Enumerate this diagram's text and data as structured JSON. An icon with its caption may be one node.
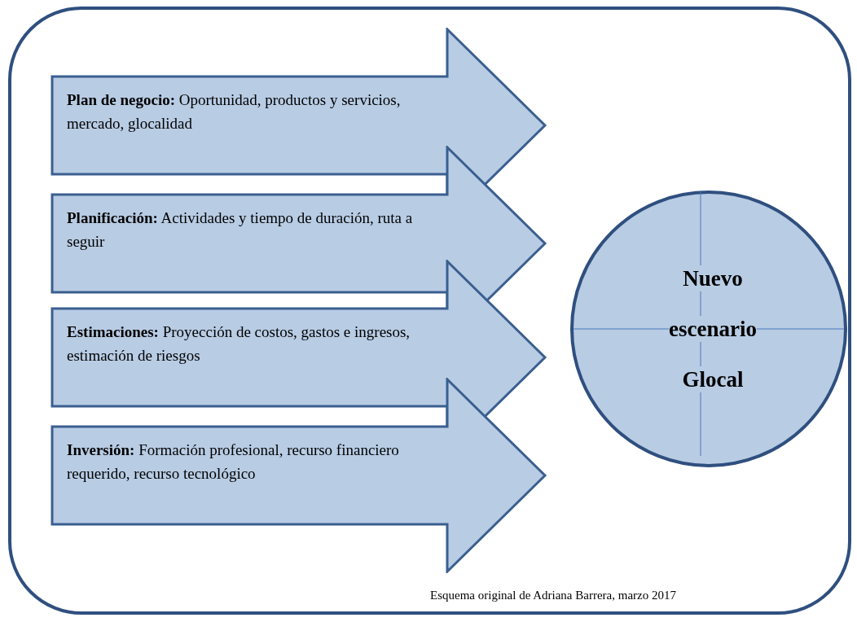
{
  "diagram": {
    "caption": "Esquema original de Adriana Barrera, marzo 2017",
    "nodes": [
      {
        "text": [],
        "shape": "box"
      },
      {
        "text": [
          "**Plan de negocio:** Oportunidad, productos y servicios, mercado, glocalidad"
        ],
        "in": 0
      },
      {
        "text": [
          "**Planificación:** Actividades y tiempo de duración, ruta a seguir"
        ],
        "in": 0
      },
      {
        "text": [
          "**Estimaciones:** Proyección de costos, gastos e ingresos, estimación de riesgos"
        ],
        "in": 0
      },
      {
        "text": [
          "**Inversión:** Formación profesional, recurso financiero requerido, recurso tecnológico"
        ],
        "in": 0
      },
      {
        "text": [
          "Nuevo",
          "escenario",
          "Glocal"
        ],
        "in": 0
      }
    ]
  }
}
